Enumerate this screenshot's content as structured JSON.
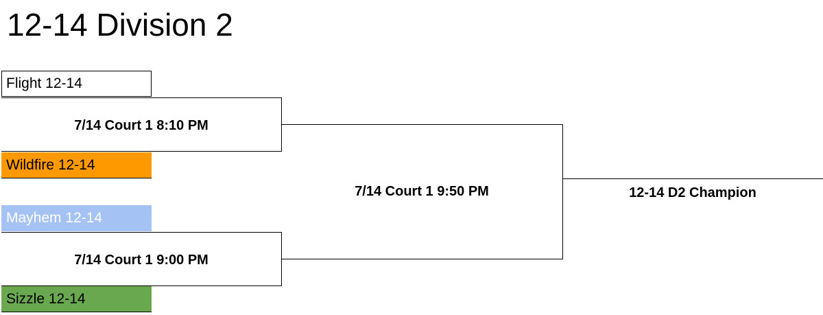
{
  "title": "12-14 Division 2",
  "teams": {
    "t1": {
      "label": "Flight 12-14",
      "color": "#ffffff",
      "text_color": "#000000"
    },
    "t2": {
      "label": "Wildfire 12-14",
      "color": "#ff9900",
      "text_color": "#000000"
    },
    "t3": {
      "label": "Mayhem 12-14",
      "color": "#a4c2f4",
      "text_color": "#ffffff"
    },
    "t4": {
      "label": "Sizzle 12-14",
      "color": "#6aa84f",
      "text_color": "#000000"
    }
  },
  "matches": {
    "semi1": "7/14 Court 1 8:10 PM",
    "semi2": "7/14 Court 1 9:00 PM",
    "final": "7/14 Court 1 9:50 PM"
  },
  "champion": "12-14 D2 Champion"
}
